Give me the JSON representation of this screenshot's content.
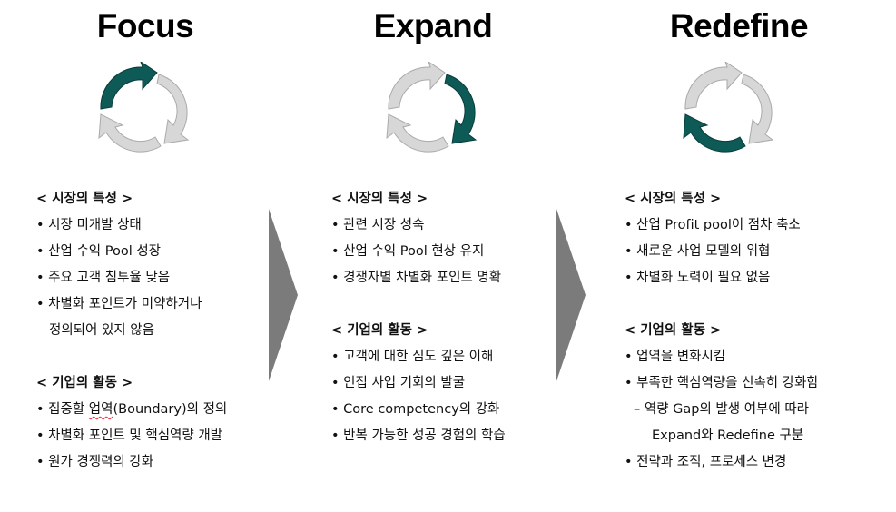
{
  "stages": [
    {
      "title": "Focus",
      "market_heading": "< 시장의 특성 >",
      "market_items": [
        "• 시장 미개발 상태",
        "• 산업 수익 Pool 성장",
        "• 주요 고객 침투율 낮음",
        "• 차별화 포인트가 미약하거나",
        "정의되어 있지 않음"
      ],
      "activity_heading": "< 기업의 활동 >",
      "activity_items": [
        "• 집중할 ",
        "업역",
        "(Boundary)의 정의",
        "• 차별화 포인트 및 핵심역량 개발",
        "• 원가 경쟁력의 강화"
      ]
    },
    {
      "title": "Expand",
      "market_heading": "< 시장의 특성 >",
      "market_items": [
        "• 관련 시장 성숙",
        "• 산업 수익 Pool 현상 유지",
        "• 경쟁자별 차별화 포인트 명확"
      ],
      "activity_heading": "< 기업의 활동 >",
      "activity_items": [
        "• 고객에 대한 심도 깊은 이해",
        "• 인접 사업 기회의 발굴",
        "• Core competency의 강화",
        "• 반복 가능한 성공 경험의 학습"
      ]
    },
    {
      "title": "Redefine",
      "market_heading": "< 시장의 특성 >",
      "market_items": [
        "• 산업 Profit pool이 점차 축소",
        "• 새로운 사업 모델의 위협",
        "• 차별화 노력이 필요 없음"
      ],
      "activity_heading": "< 기업의 활동 >",
      "activity_items": [
        "• 업역을 변화시킴",
        "• 부족한 핵심역량을 신속히 강화함",
        "–   역량 Gap의 발생 여부에 따라",
        "Expand와 Redefine 구분",
        "• 전략과 조직, 프로세스 변경"
      ]
    }
  ],
  "colors": {
    "highlight_arrow": "#0d5a56",
    "neutral_arrow": "#d7d7d7",
    "chevron": "#7b7b7b"
  },
  "icons": [
    "cycle-arrows-icon",
    "chevron-right-icon"
  ],
  "highlighted_segment": [
    "top-left",
    "right",
    "bottom"
  ]
}
